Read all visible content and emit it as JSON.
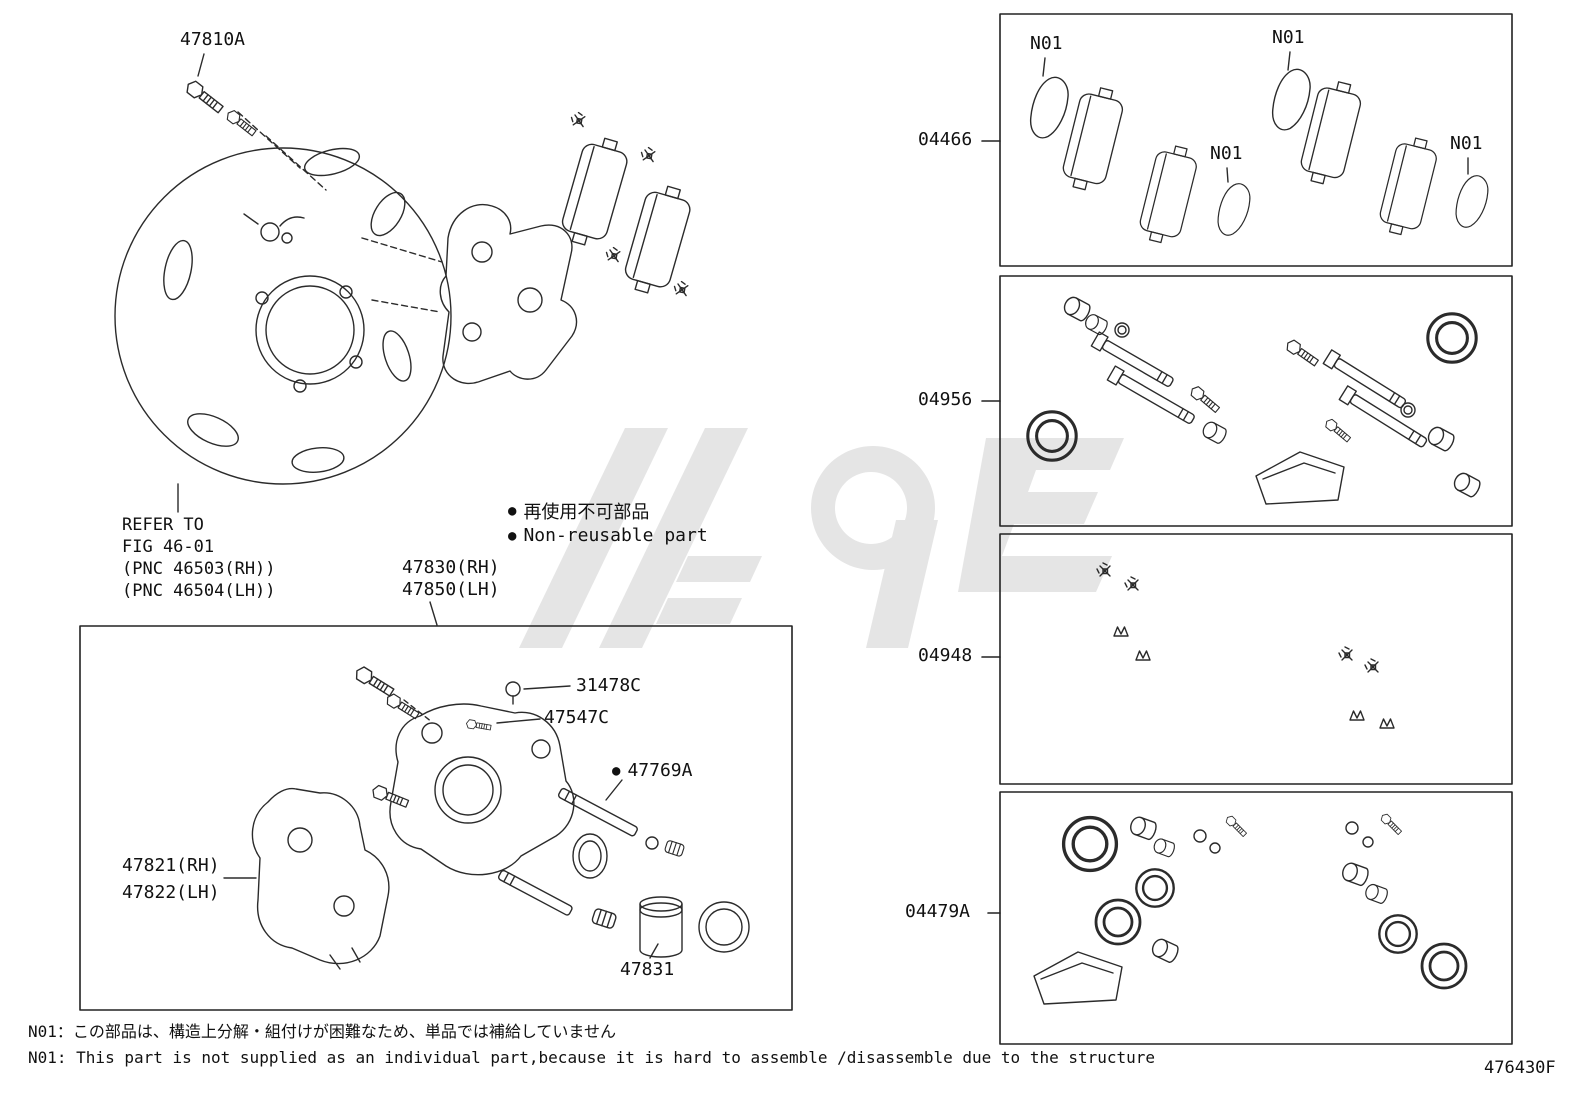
{
  "symbols": {
    "bullet": "●"
  },
  "diagram": {
    "shield_bolt": "47810A",
    "refer": [
      "REFER TO",
      "FIG 46-01",
      "(PNC 46503(RH))",
      "(PNC 46504(LH))"
    ],
    "caliper_rh": "47830(RH)",
    "caliper_lh": "47850(LH)",
    "legend_jp": "再使用不可部品",
    "legend_en": "Non-reusable part",
    "bleeder_plug": "31478C",
    "bleeder_cap": "47547C",
    "slide_pin": "47769A",
    "bracket_rh": "47821(RH)",
    "bracket_lh": "47822(LH)",
    "piston": "47831"
  },
  "panels": [
    {
      "code": "04466"
    },
    {
      "code": "04956"
    },
    {
      "code": "04948"
    },
    {
      "code": "04479A"
    }
  ],
  "n01": "N01",
  "footer": {
    "note_jp": "N01：この部品は、構造上分解・組付けが困難なため、単品では補給していません",
    "note_en": "N01: This part is not supplied as an individual part,because it is hard to assemble /disassemble due to the structure",
    "figure_code": "476430F"
  }
}
